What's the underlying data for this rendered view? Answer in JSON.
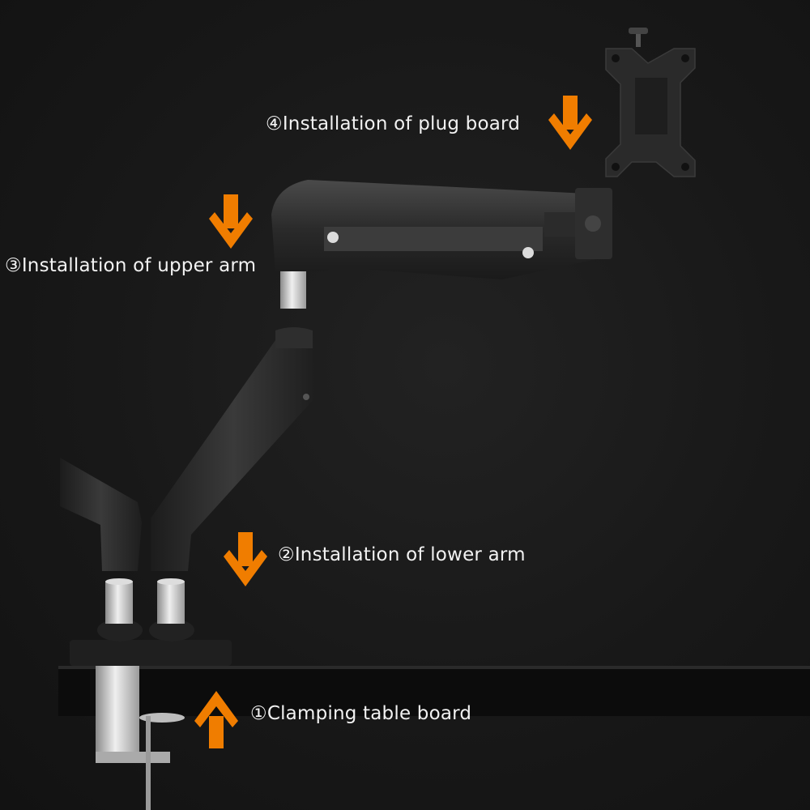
{
  "steps": {
    "step1": "①Clamping table board",
    "step2": "②Installation of lower arm",
    "step3": "③Installation of upper arm",
    "step4": "④Installation of plug board"
  },
  "colors": {
    "background": "#161616",
    "arrow": "#f07d00",
    "arm": "#2a2a2a",
    "silver": "#c9c9c9",
    "label_text": "#f2f2f2"
  },
  "icons": [
    "arrow-down-icon",
    "arrow-up-icon"
  ]
}
